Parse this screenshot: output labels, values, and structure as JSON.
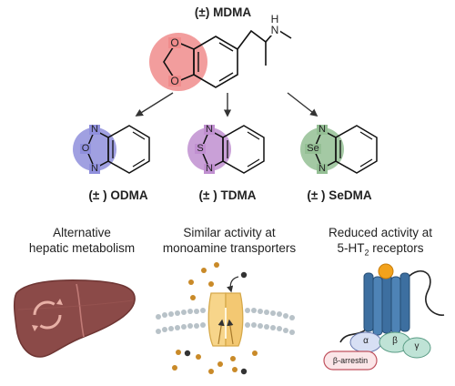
{
  "title": "(±) MDMA",
  "analogs": [
    {
      "name": "(± ) ODMA",
      "heteroatom": "O",
      "color": "#8f8fdc"
    },
    {
      "name": "(± ) TDMA",
      "heteroatom": "S",
      "color": "#c08fd0"
    },
    {
      "name": "(± ) SeDMA",
      "heteroatom": "Se",
      "color": "#94bf94"
    }
  ],
  "mdma_highlight_color": "#f08c8c",
  "atom_labels": {
    "n": "N",
    "o": "O",
    "s": "S",
    "se": "Se",
    "nh": "N",
    "h": "H"
  },
  "effects": [
    {
      "line1": "Alternative",
      "line2": "hepatic metabolism"
    },
    {
      "line1": "Similar activity at",
      "line2": "monoamine transporters"
    },
    {
      "line1": "Reduced activity at",
      "line2_prefix": "5-HT",
      "line2_sub": "2",
      "line2_suffix": " receptors"
    }
  ],
  "g_protein": {
    "alpha": "α",
    "beta": "β",
    "gamma": "γ",
    "arrestin": "β-arrestin"
  },
  "icons": [
    "liver-icon",
    "transporter-icon",
    "gpcr-receptor-icon"
  ]
}
